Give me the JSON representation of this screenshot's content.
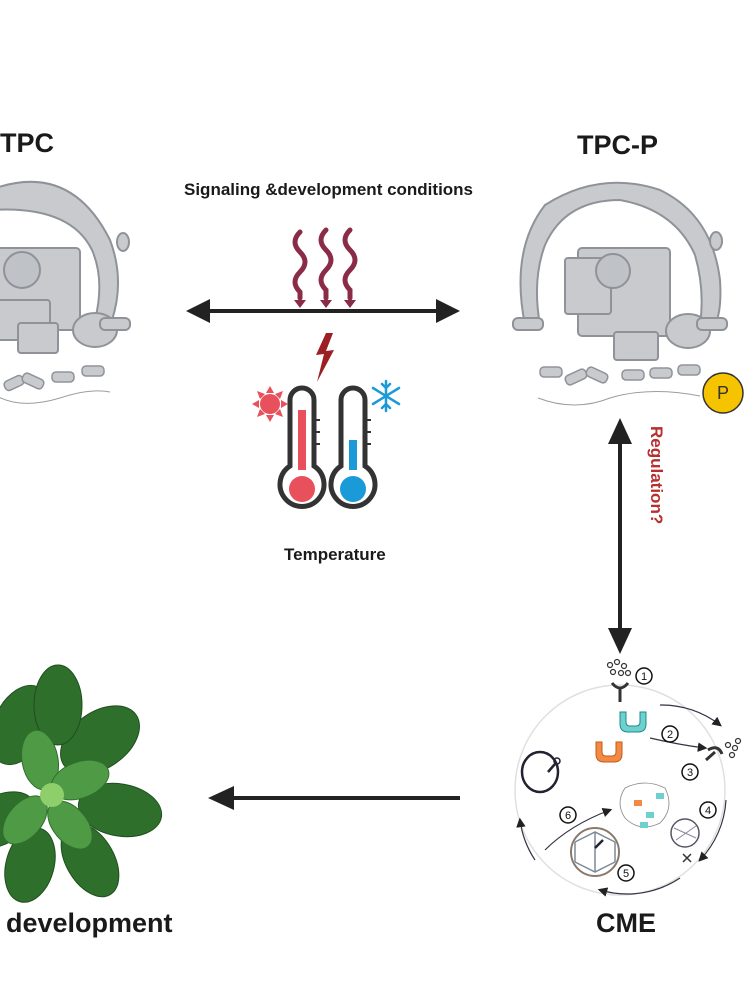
{
  "labels": {
    "tpc": "TPC",
    "tpc_p": "TPC-P",
    "signaling": "Signaling &development conditions",
    "temperature": "Temperature",
    "regulation": "Regulation?",
    "cme": "CME",
    "development": "development",
    "phospho": "P"
  },
  "cme_steps": [
    "1",
    "2",
    "3",
    "4",
    "5",
    "6"
  ],
  "colors": {
    "arrow": "#222222",
    "complex_fill": "#c8cacd",
    "complex_stroke": "#8f9399",
    "heat_waves": "#8a2c47",
    "lightning": "#9c1f24",
    "hot": "#e8505b",
    "cold": "#1a9bd7",
    "phospho": "#f6c300",
    "leaf": "#3f8a3a",
    "regulation": "#b5302f"
  }
}
